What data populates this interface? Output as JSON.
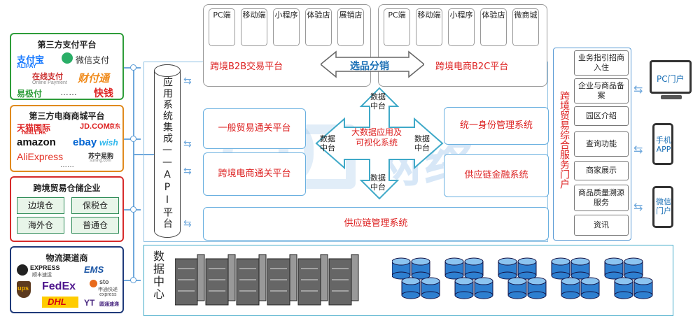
{
  "left_panels": {
    "payment": {
      "title": "第三方支付平台",
      "color": "#2e9d3a",
      "logos": [
        "支付宝",
        "ALIPAY",
        "微信支付",
        "在线支付",
        "Online Payment",
        "财付通",
        "易极付",
        "……",
        "快钱"
      ]
    },
    "ecommerce": {
      "title": "第三方电商商城平台",
      "color": "#e08a1e",
      "logos": [
        "天猫国际",
        "TMALL.HK",
        "JD.COM",
        "京东",
        "amazon",
        "ebay",
        "wish",
        "AliExpress",
        "苏宁易购",
        "suning.com",
        "……"
      ]
    },
    "warehouse": {
      "title": "跨境贸易仓储企业",
      "color": "#d62b2b",
      "cells": [
        "边境仓",
        "保税仓",
        "海外仓",
        "普通仓"
      ]
    },
    "logistics": {
      "title": "物流渠道商",
      "color": "#1f3a7a",
      "logos": [
        "EXPRESS",
        "顺丰速运",
        "EMS",
        "ups",
        "FedEx",
        "sto",
        "申通快递",
        "express",
        "DHL",
        "YT",
        "圆通速递",
        "……"
      ]
    }
  },
  "channels_left": [
    "PC端",
    "移动端",
    "小程序",
    "体验店",
    "展销店"
  ],
  "channels_right": [
    "PC端",
    "移动端",
    "小程序",
    "体验店",
    "微商城"
  ],
  "b2b_platform": "跨境B2B交易平台",
  "b2c_platform": "跨境电商B2C平台",
  "select_sale": "选品分销",
  "api_integration": "应用系统集成——API平台",
  "general_customs": "一般贸易通关平台",
  "ecommerce_customs": "跨境电商通关平台",
  "identity_system": "统一身份管理系统",
  "finance_system": "供应链金融系统",
  "supply_chain": "供应链管理系统",
  "bigdata": {
    "center": "大数据应用及可视化系统",
    "arms": [
      "数据中台",
      "数据中台",
      "数据中台",
      "数据中台"
    ]
  },
  "portal_title": "跨境贸易综合服务门户",
  "portal_items": [
    "业务指引招商入住",
    "企业与商品备案",
    "园区介绍",
    "查询功能",
    "商家展示",
    "商品质量溯源服务",
    "资讯"
  ],
  "data_center": "数据中心",
  "devices": [
    "PC门户",
    "手机APP",
    "微信门户"
  ],
  "watermark": "网络"
}
